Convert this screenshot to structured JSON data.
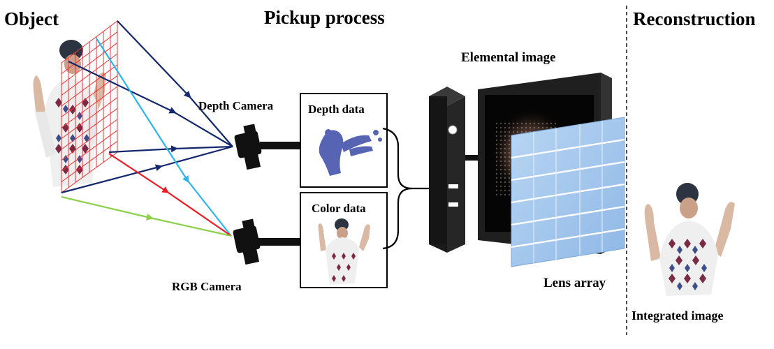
{
  "sections": {
    "object": "Object",
    "pickup": "Pickup process",
    "reconstruction": "Reconstruction"
  },
  "labels": {
    "depth_camera": "Depth Camera",
    "rgb_camera": "RGB Camera",
    "depth_data": "Depth data",
    "color_data": "Color data",
    "elemental_image": "Elemental image",
    "lens_array": "Lens array",
    "integrated_image": "Integrated image"
  },
  "colors": {
    "ray_navy": "#14286e",
    "ray_cyan": "#29b6ee",
    "ray_red": "#ee1c24",
    "ray_green": "#8dd14a",
    "grid_red": "#ee3333",
    "lens_blue": "#9dc3ea"
  }
}
